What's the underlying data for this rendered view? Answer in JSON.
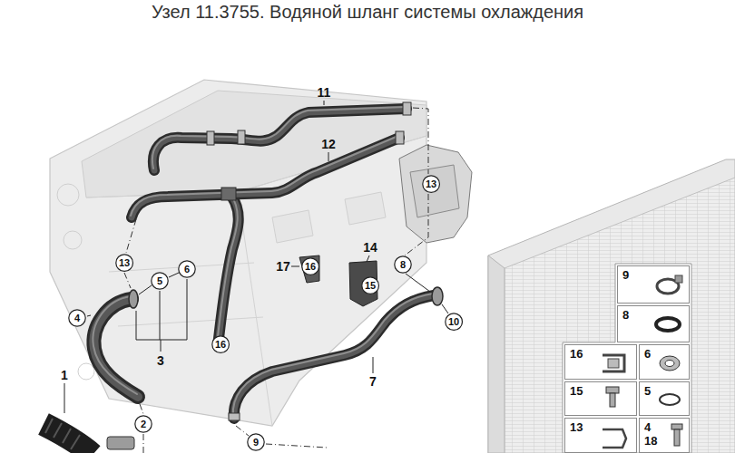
{
  "diagram": {
    "title": "Узел 11.3755. Водяной шланг системы охлаждения",
    "nodes": [
      {
        "text": [
          "13"
        ]
      },
      {
        "text": [
          "13"
        ]
      },
      {
        "text": [
          "8"
        ]
      },
      {
        "text": [
          "16"
        ]
      },
      {
        "text": [
          "6"
        ]
      },
      {
        "text": [
          "9"
        ]
      },
      {
        "text": [
          "5"
        ]
      },
      {
        "text": [
          "15"
        ]
      },
      {
        "text": [
          "4"
        ]
      },
      {
        "text": [
          "10"
        ]
      },
      {
        "text": [
          "8"
        ]
      },
      {
        "text": [
          "16"
        ]
      },
      {
        "text": [
          "16"
        ]
      },
      {
        "text": [
          "6"
        ]
      },
      {
        "text": [
          "15"
        ]
      },
      {
        "text": [
          "5"
        ]
      },
      {
        "text": [
          "2"
        ]
      },
      {
        "text": [
          "13"
        ]
      },
      {
        "text": [
          "4",
          "18"
        ]
      },
      {
        "text": [
          "9"
        ]
      }
    ],
    "labels": [
      "11",
      "12",
      "14",
      "17",
      "3",
      "1",
      "7"
    ]
  }
}
